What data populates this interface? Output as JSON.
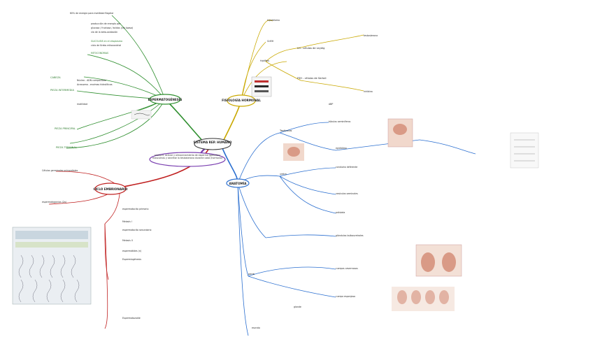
{
  "center": {
    "label": "SISTEMA REP. HUMANO"
  },
  "branches": {
    "espermatogenesis": {
      "label": "ESPERMATOGÉNESIS",
      "color": "#2f8f2f"
    },
    "fisiologia": {
      "label": "FISIOLOGÍA HORMONAL",
      "color": "#c9a800"
    },
    "anatomia": {
      "label": "ANATOMÍA",
      "color": "#2b6fd0"
    },
    "ciclo": {
      "label": "CICLO EMBRIONARIO",
      "color": "#c02020"
    },
    "funcion": {
      "label": "producir, activar y almacenamiento de esperma (gametos) masculinos y secretar la testosterona durante cada (hormona)",
      "color": "#7a3fb0"
    }
  },
  "green_notes": [
    "60% de energía para motilidad flagelar",
    "producción de energía por:",
    "glucosa / fructosa / ácidos (vía lipasa)",
    "vía de la beta-oxidación",
    "GLICOLISIS en el citoplasma",
    "ciclo de Krebs mitocondrial",
    "MITOCONDRIAS",
    "CABEZA",
    "PIEZA INTERMEDIA",
    "PIEZA PRINCIPAL",
    "PIEZA TERMINAL",
    "Núcleo - ADN compactado",
    "Acrosoma - enzimas hidrolíticas",
    "motilidad"
  ],
  "yellow_notes": [
    "hipotálamo",
    "GnRH",
    "hipófisis",
    "LH - células de Leydig",
    "FSH - células de Sertoli",
    "testosterona",
    "inhibina",
    "ABP"
  ],
  "blue_notes": [
    "Testículos",
    "túbulos seminíferos",
    "epidídimo",
    "conducto deferente",
    "vesículas seminales",
    "próstata",
    "glándulas bulbouretrales",
    "uretra",
    "pene",
    "cuerpos cavernosos",
    "cuerpo esponjoso",
    "glande",
    "escroto"
  ],
  "red_notes": [
    "Células germinales primordiales",
    "espermatogonias (2n)",
    "espermatocito primario",
    "Meiosis I",
    "espermatocito secundario",
    "Meiosis II",
    "espermátides (n)",
    "Espermiogénesis",
    "Espermatozoide"
  ],
  "icons": [
    "figure-image",
    "anatomy-image",
    "diagram-image"
  ]
}
